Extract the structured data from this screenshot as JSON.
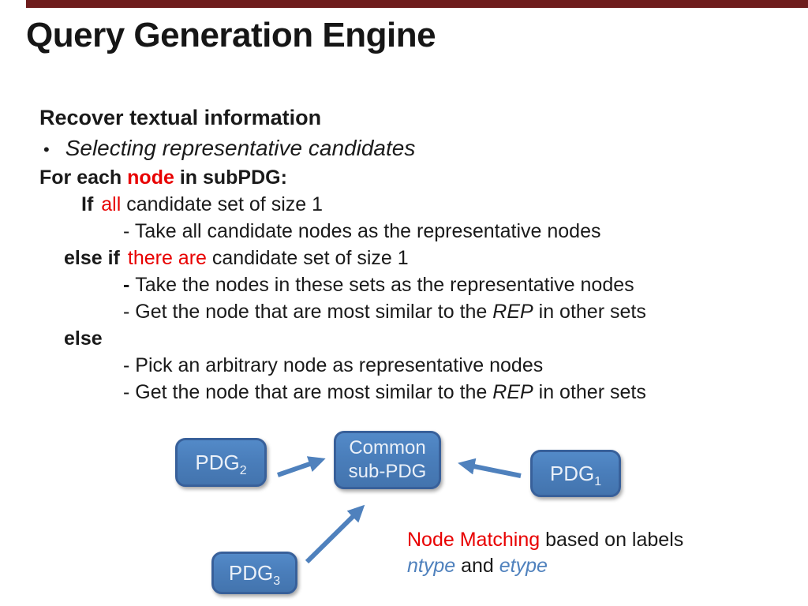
{
  "slide": {
    "title": "Query Generation Engine"
  },
  "content": {
    "heading": "Recover textual information",
    "bullet_glyph": "•",
    "bullet": "Selecting representative candidates",
    "code": {
      "l1": {
        "s1": "For each ",
        "s2": "node",
        "s3": " in subPDG:"
      },
      "l2": {
        "s1": "If",
        "s2": "all",
        "s3": " candidate set of size 1"
      },
      "l3": {
        "s1": "- Take all candidate nodes as the representative nodes"
      },
      "l4": {
        "s1": "else if",
        "s2": "there are",
        "s3": " candidate set of size 1"
      },
      "l5": {
        "s1": "- ",
        "s2": "Take the nodes in these sets as the representative nodes"
      },
      "l6": {
        "s1": "- Get the node that are most similar to the ",
        "s2": "REP",
        "s3": " in other sets"
      },
      "l7": {
        "s1": "else"
      },
      "l8": {
        "s1": "- Pick an arbitrary node as representative nodes"
      },
      "l9": {
        "s1": "- Get the node that are most similar to the ",
        "s2": "REP",
        "s3": " in other sets"
      }
    }
  },
  "diagram": {
    "nodes": {
      "pdg2": {
        "label": "PDG",
        "sub": "2"
      },
      "common": {
        "line1": "Common",
        "line2": "sub-PDG"
      },
      "pdg1": {
        "label": "PDG",
        "sub": "1"
      },
      "pdg3": {
        "label": "PDG",
        "sub": "3"
      }
    },
    "caption": {
      "red": "Node Matching ",
      "rest": "based on labels",
      "blue1": "ntype",
      "mid": " and ",
      "blue2": "etype"
    }
  },
  "colors": {
    "accent_bar": "#6e1c1c",
    "keyword_red": "#e80000",
    "label_blue": "#4f81bd",
    "box_fill": "#4a7ebb",
    "box_border": "#38609a",
    "arrow": "#4f81bd"
  }
}
